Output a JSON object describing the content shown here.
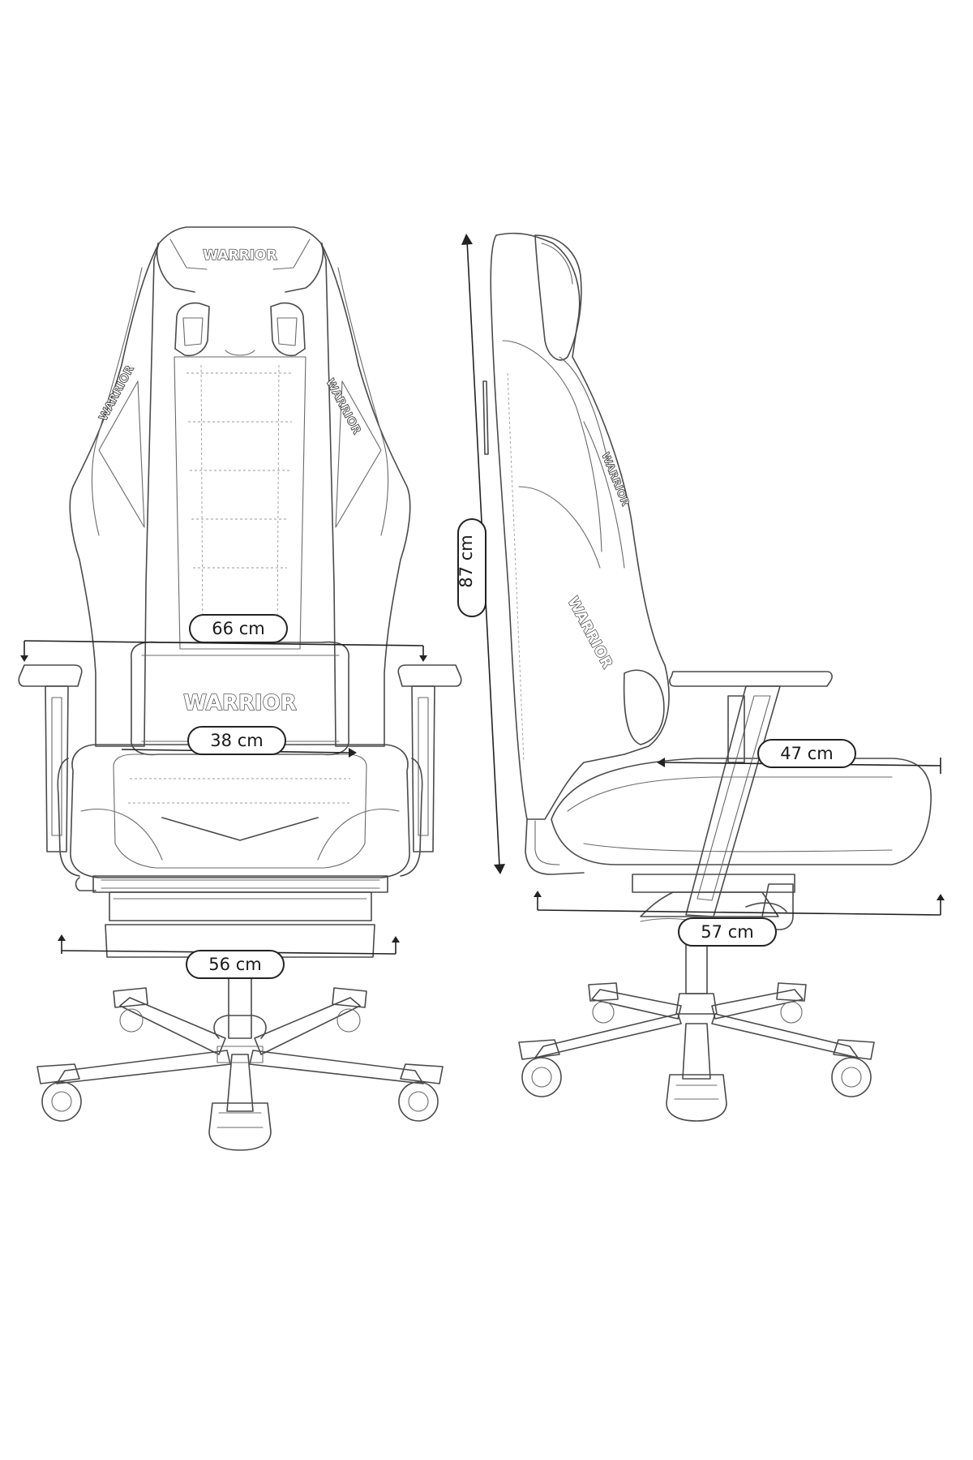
{
  "brand": {
    "logo_text": "WARRIOR"
  },
  "dimensions": {
    "width_armrests": "66 cm",
    "seat_width": "38 cm",
    "base_width": "56 cm",
    "height": "87 cm",
    "seat_depth": "47 cm",
    "base_depth": "57 cm"
  },
  "views": {
    "front": "front-view",
    "side": "side-view"
  }
}
